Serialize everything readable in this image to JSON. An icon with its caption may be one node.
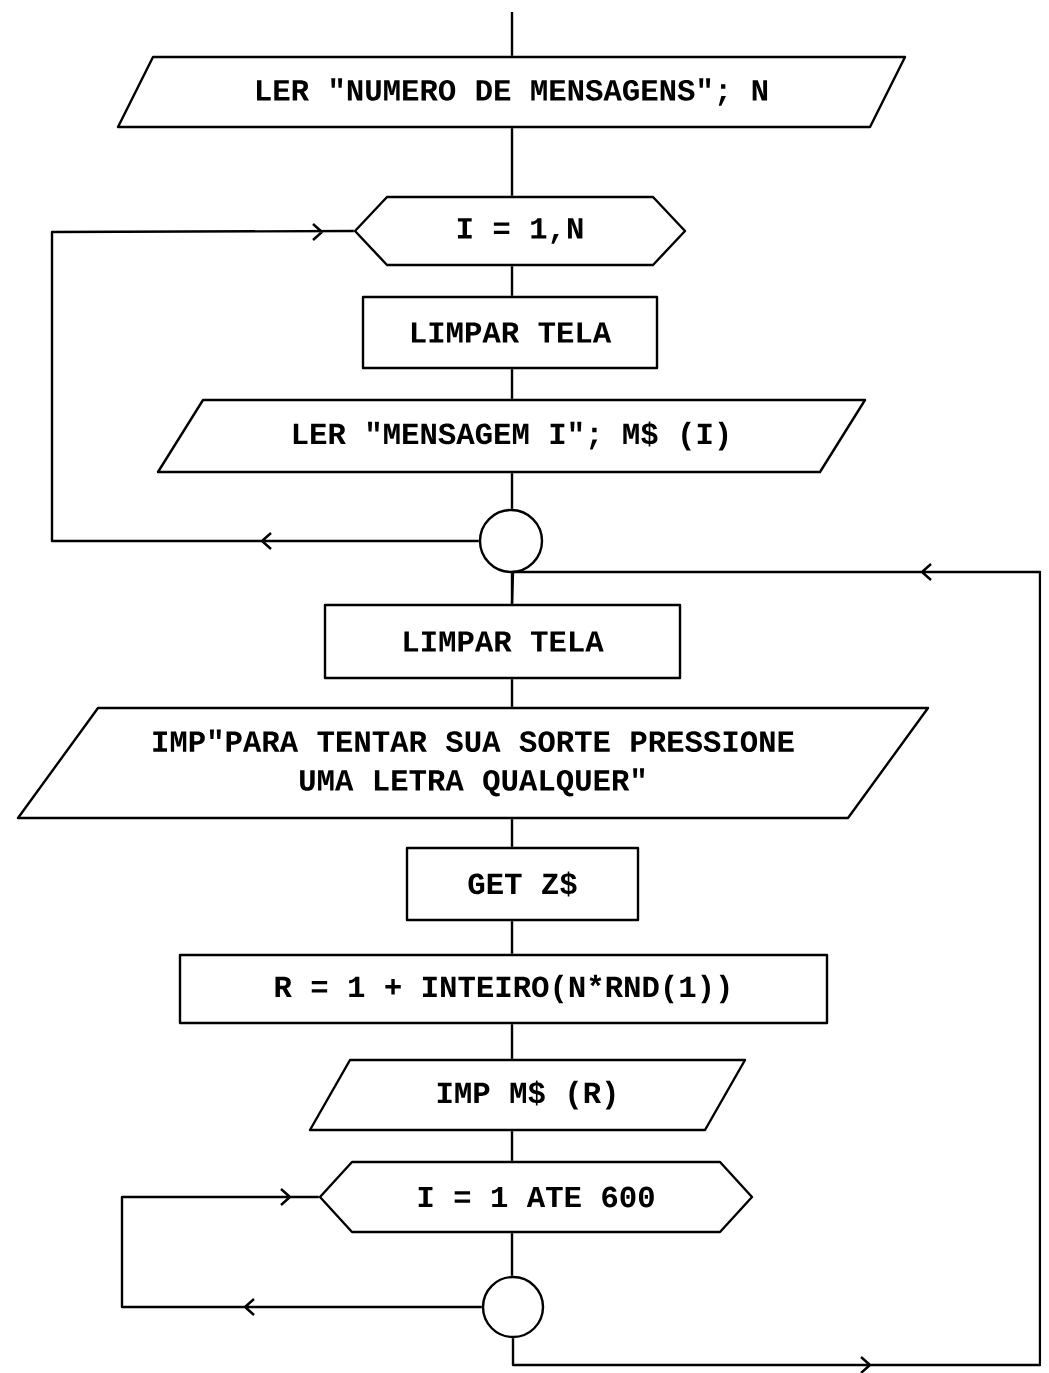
{
  "diagram": {
    "nodes": [
      {
        "text": [
          "LER \"NUMERO DE MENSAGENS\"; N"
        ]
      },
      {
        "text": [
          "I = 1,N"
        ]
      },
      {
        "text": [
          "LIMPAR TELA"
        ]
      },
      {
        "text": [
          "LER \"MENSAGEM I\"; M$ (I)"
        ]
      },
      {
        "text": [],
        "shape": "circle"
      },
      {
        "text": [
          "LIMPAR TELA"
        ]
      },
      {
        "text": [
          "IMP\"PARA TENTAR SUA SORTE PRESSIONE UMA LETRA QUALQUER\""
        ]
      },
      {
        "text": [
          "GET Z$"
        ]
      },
      {
        "text": [
          "R = 1 + INTEIRO(N*RND(1))"
        ]
      },
      {
        "text": [
          "IMP M$ (R)"
        ]
      },
      {
        "text": [
          "I = 1 ATE 600"
        ]
      },
      {
        "text": [],
        "shape": "circle"
      }
    ],
    "edges": [
      {
        "from": null,
        "to": 0,
        "arrow": "none"
      },
      {
        "from": 0,
        "to": 1,
        "arrow": "none"
      },
      {
        "from": 1,
        "to": 2,
        "arrow": "none"
      },
      {
        "from": 2,
        "to": 3,
        "arrow": "none"
      },
      {
        "from": 3,
        "to": 4,
        "arrow": "none"
      },
      {
        "from": 4,
        "to": 1,
        "arrow": "to"
      },
      {
        "from": 4,
        "to": 5,
        "arrow": "none"
      },
      {
        "from": 5,
        "to": 6,
        "arrow": "none"
      },
      {
        "from": 6,
        "to": 7,
        "arrow": "none"
      },
      {
        "from": 7,
        "to": 8,
        "arrow": "none"
      },
      {
        "from": 8,
        "to": 9,
        "arrow": "none"
      },
      {
        "from": 9,
        "to": 10,
        "arrow": "none"
      },
      {
        "from": 10,
        "to": 11,
        "arrow": "none"
      },
      {
        "from": 11,
        "to": 10,
        "arrow": "to"
      },
      {
        "from": 11,
        "to": 5,
        "arrow": "to"
      }
    ]
  }
}
